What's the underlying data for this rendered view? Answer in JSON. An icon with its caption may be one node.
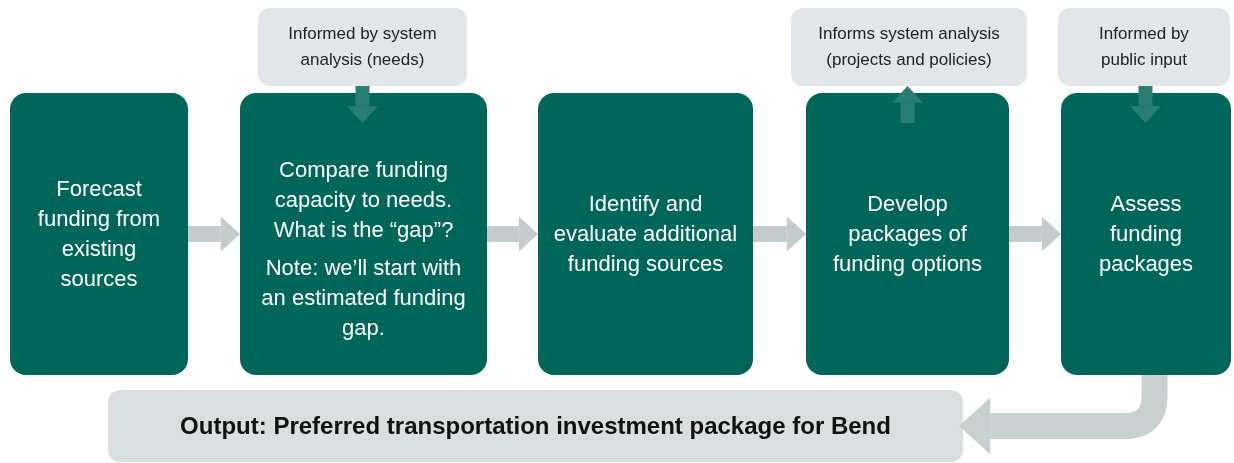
{
  "diagram": {
    "nodes": [
      {
        "text": [
          "Forecast funding from existing sources"
        ]
      },
      {
        "text": [
          "Informed by system analysis (needs)"
        ]
      },
      {
        "text": [
          "Compare funding capacity to needs. What is the “gap”?",
          "Note: we’ll start with an estimated funding gap."
        ]
      },
      {
        "text": [
          "Identify and evaluate additional funding sources"
        ]
      },
      {
        "text": [
          "Informs system analysis (projects and policies)"
        ]
      },
      {
        "text": [
          "Develop packages of funding options"
        ]
      },
      {
        "text": [
          "Informed by public input"
        ]
      },
      {
        "text": [
          "Assess funding packages"
        ]
      },
      {
        "text": [
          "Output: Preferred transportation investment package for Bend"
        ]
      }
    ],
    "edges": [
      {
        "from": 0,
        "to": 2,
        "arrow": "to"
      },
      {
        "from": 1,
        "to": 2,
        "arrow": "to",
        "color": "#2a7d72"
      },
      {
        "from": 2,
        "to": 3,
        "arrow": "to"
      },
      {
        "from": 3,
        "to": 5,
        "arrow": "to"
      },
      {
        "from": 5,
        "to": 4,
        "arrow": "to",
        "color": "#2a7d72"
      },
      {
        "from": 5,
        "to": 7,
        "arrow": "to"
      },
      {
        "from": 6,
        "to": 7,
        "arrow": "to",
        "color": "#2a7d72"
      },
      {
        "from": 7,
        "to": 8,
        "arrow": "to"
      }
    ]
  }
}
